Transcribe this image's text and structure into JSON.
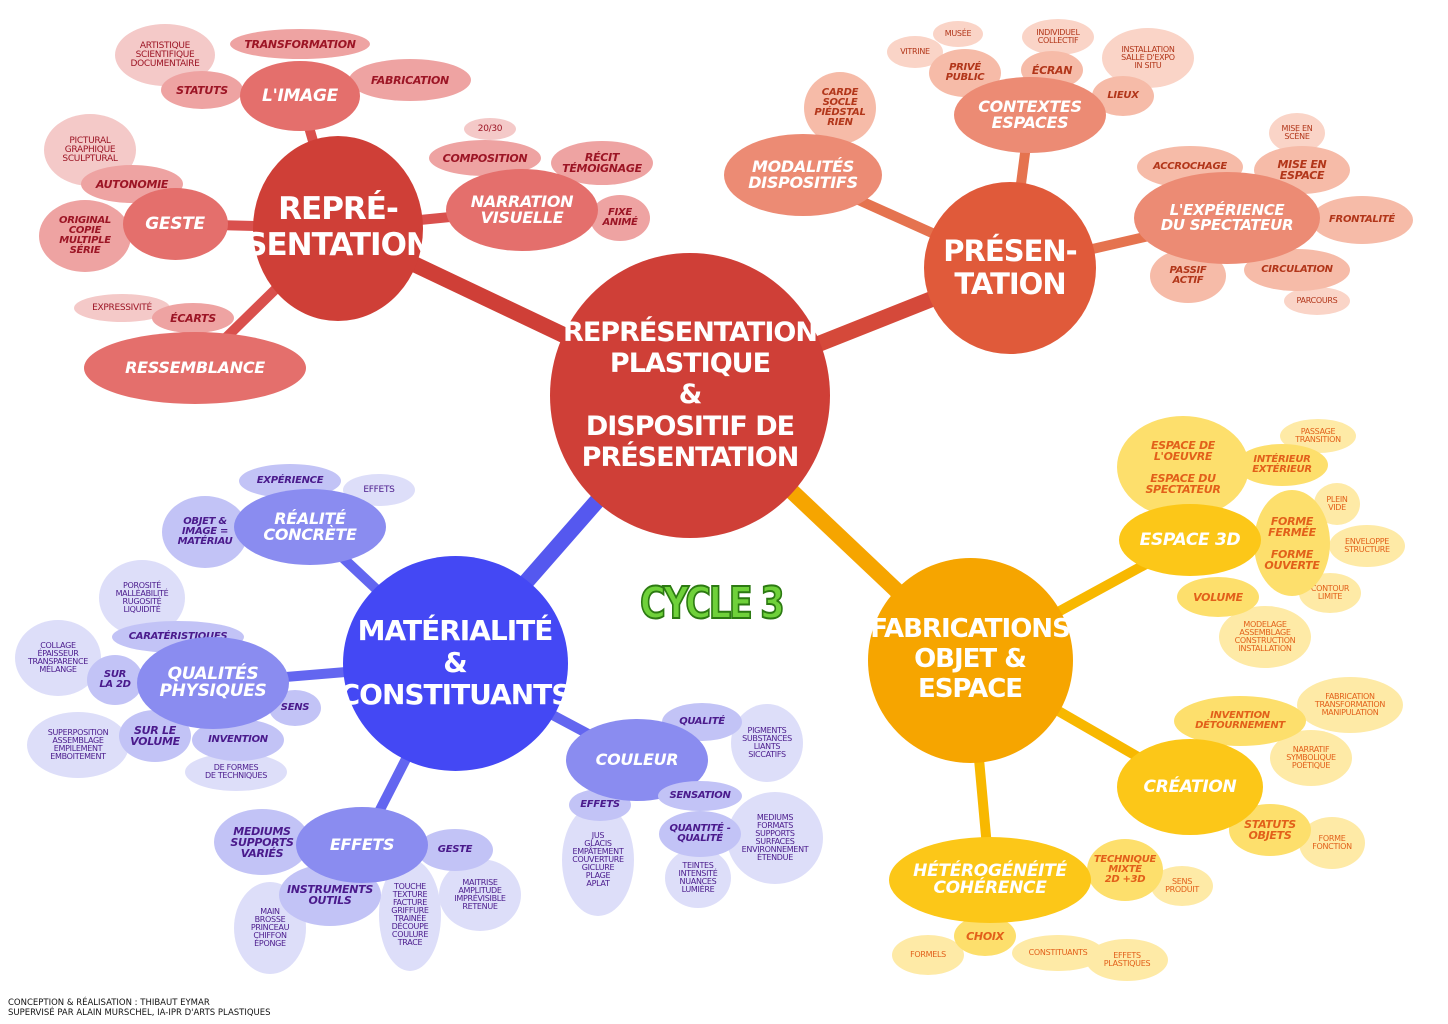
{
  "nodes": {
    "center": "REPRÉSENTATION\nPLASTIQUE\n&\nDISPOSITIF DE\nPRÉSENTATION",
    "repr": "REPRÉ-\nSENTATION",
    "limage": "L'IMAGE",
    "transformation": "TRANSFORMATION",
    "artistique": "ARTISTIQUE\nSCIENTIFIQUE\nDOCUMENTAIRE",
    "statuts": "STATUTS",
    "fabrication": "FABRICATION",
    "geste": "GESTE",
    "pictural": "PICTURAL\nGRAPHIQUE\nSCULPTURAL",
    "autonomie": "AUTONOMIE",
    "original": "ORIGINAL\nCOPIE\nMULTIPLE\nSÉRIE",
    "narration": "NARRATION\nVISUELLE",
    "n2030": "20/30",
    "composition": "COMPOSITION",
    "recit": "RÉCIT\nTÉMOIGNAGE",
    "fixe": "FIXE\nANIMÉ",
    "ressemblance": "RESSEMBLANCE",
    "expressivite": "EXPRESSIVITÉ",
    "ecarts": "ÉCARTS",
    "pres": "PRÉSEN-\nTATION",
    "modalites": "MODALITÉS\nDISPOSITIFS",
    "carde": "CARDE\nSOCLE\nPIÉDSTAL\nRIEN",
    "contextes": "CONTEXTES\nESPACES",
    "vitrine": "VITRINE",
    "musee": "MUSÉE",
    "prive": "PRIVÉ\nPUBLIC",
    "individuel": "INDIVIDUEL\nCOLLECTIF",
    "ecran": "ÉCRAN",
    "installation": "INSTALLATION\nSALLE D'EXPO\nIN SITU",
    "lieux": "LIEUX",
    "experience": "L'EXPÉRIENCE\nDU SPECTATEUR",
    "accrochage": "ACCROCHAGE",
    "misescene": "MISE EN\nSCÈNE",
    "miseespace": "MISE EN\nESPACE",
    "frontalite": "FRONTALITÉ",
    "passif": "PASSIF\nACTIF",
    "circulation": "CIRCULATION",
    "parcours": "PARCOURS",
    "mat": "MATÉRIALITÉ\n&\nCONSTITUANTS",
    "realite": "RÉALITÉ\nCONCRÈTE",
    "experience2": "EXPÉRIENCE",
    "effets1": "EFFETS",
    "objet": "OBJET &\nIMAGE =\nMATÉRIAU",
    "qualites": "QUALITÉS\nPHYSIQUES",
    "porosite": "POROSITÉ\nMALLÉABILITÉ\nRUGOSITÉ\nLIQUIDITÉ",
    "carat": "CARATÉRISTIQUES",
    "collage": "COLLAGE\nÉPAISSEUR\nTRANSPARENCE\nMÉLANGE",
    "sur2d": "SUR\nLA 2D",
    "sens": "SENS",
    "surlevolume": "SUR LE\nVOLUME",
    "superposition": "SUPERPOSITION\nASSEMBLAGE\nEMPILEMENT\nEMBOITEMENT",
    "invention": "INVENTION",
    "deformes": "DE FORMES\nDE TECHNIQUES",
    "couleur": "COULEUR",
    "qualite2": "QUALITÉ",
    "pigments": "PIGMENTS\nSUBSTANCES\nLIANTS\nSICCATIFS",
    "sensation": "SENSATION",
    "quantite": "QUANTITÉ -\nQUALITÉ",
    "mediums2": "MEDIUMS\nFORMATS\nSUPPORTS\nSURFACES\nENVIRONNEMENT\nÉTENDUE",
    "teintes": "TEINTES\nINTENSITÉ\nNUANCES\nLUMIÈRE",
    "effets2": "EFFETS",
    "jus": "JUS\nGLACIS\nEMPÂTEMENT\nCOUVERTURE\nGICLURE\nPLAGE\nAPLAT",
    "effets3": "EFFETS",
    "mediums1": "MEDIUMS\nSUPPORTS\nVARIÉS",
    "geste2": "GESTE",
    "instruments": "INSTRUMENTS\nOUTILS",
    "main": "MAIN\nBROSSE\nPRINCEAU\nCHIFFON\nÉPONGE",
    "touche": "TOUCHE\nTEXTURE\nFACTURE\nGRIFFURE\nTRAINÉE\nDÉCOUPE\nCOULURE\nTRACE",
    "maitrise": "MAITRISE\nAMPLITUDE\nIMPRÉVISIBLE\nRETENUE",
    "fab": "FABRICATIONS\nOBJET &\nESPACE",
    "espace3d": "ESPACE 3D",
    "espaceoeuvre": "ESPACE DE\nL'OEUVRE\n\nESPACE DU\nSPECTATEUR",
    "passage": "PASSAGE\nTRANSITION",
    "interieur": "INTÉRIEUR\nEXTÉRIEUR",
    "plein": "PLEIN\nVIDE",
    "forme": "FORME\nFERMÉE\n\nFORME\nOUVERTE",
    "enveloppe": "ENVELOPPE\nSTRUCTURE",
    "volume": "VOLUME",
    "contour": "CONTOUR\nLIMITE",
    "modelage": "MODELAGE\nASSEMBLAGE\nCONSTRUCTION\nINSTALLATION",
    "creation": "CRÉATION",
    "invention2": "INVENTION\nDÉTOURNEMENT",
    "fabrication2": "FABRICATION\nTRANSFORMATION\nMANIPULATION",
    "narratif": "NARRATIF\nSYMBOLIQUE\nPOÉTIQUE",
    "statuts2": "STATUTS\nOBJETS",
    "formefonction": "FORME\nFONCTION",
    "hetero": "HÉTÉROGÉNÉITÉ\nCOHÉRENCE",
    "technique": "TECHNIQUE\nMIXTE\n2D +3D",
    "sensproduit": "SENS\nPRODUIT",
    "choix": "CHOIX",
    "formels": "FORMELS",
    "constituants": "CONSTITUANTS",
    "effetsplast": "EFFETS\nPLASTIQUES"
  },
  "cycle_label": "CYCLE 3",
  "credits": {
    "line1": "CONCEPTION & RÉALISATION : THIBAUT EYMAR",
    "line2": "SUPERVISÉ PAR ALAIN MURSCHEL, IA-IPR D'ARTS PLASTIQUES"
  },
  "colors": {
    "red": "#cf3f37",
    "orange": "#e05a3a",
    "blue": "#4448f4",
    "yellow": "#f6a500",
    "cycle_green": "#6fd13a"
  }
}
